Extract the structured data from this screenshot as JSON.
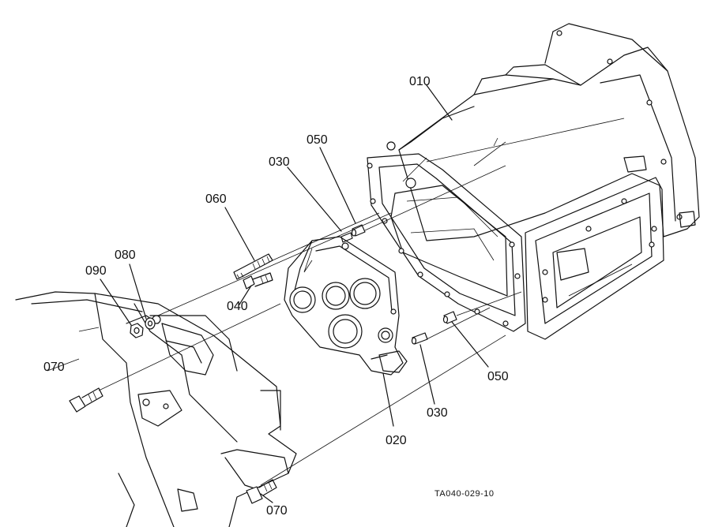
{
  "labels": {
    "p010": "010",
    "p020": "020",
    "p030a": "030",
    "p030b": "030",
    "p040": "040",
    "p050a": "050",
    "p050b": "050",
    "p060": "060",
    "p070a": "070",
    "p070b": "070",
    "p080": "080",
    "p090": "090"
  },
  "reference": "TA040-029-10"
}
